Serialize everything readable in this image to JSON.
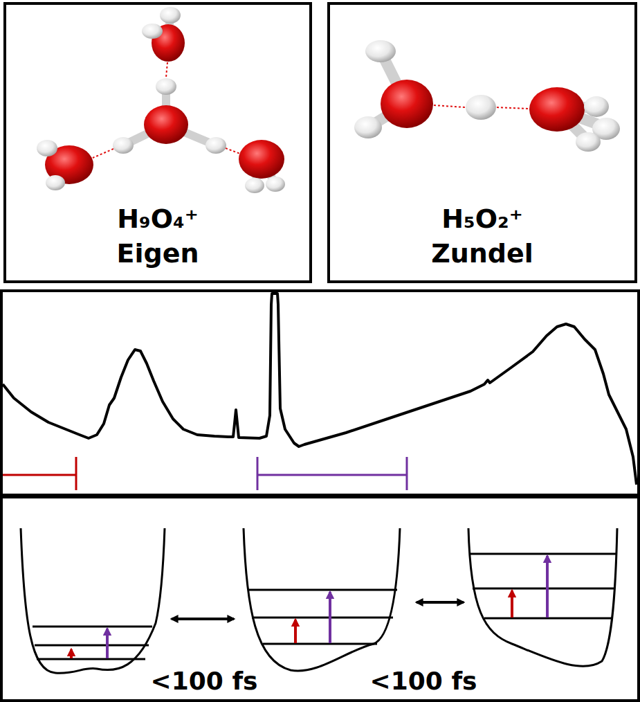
{
  "diagram": {
    "nodes": [
      {
        "text": [
          "H₉O₄⁺",
          "Eigen"
        ]
      },
      {
        "text": [
          "H₅O₂⁺",
          "Zundel"
        ]
      }
    ],
    "labels": [
      "<100 fs",
      "<100 fs"
    ]
  }
}
